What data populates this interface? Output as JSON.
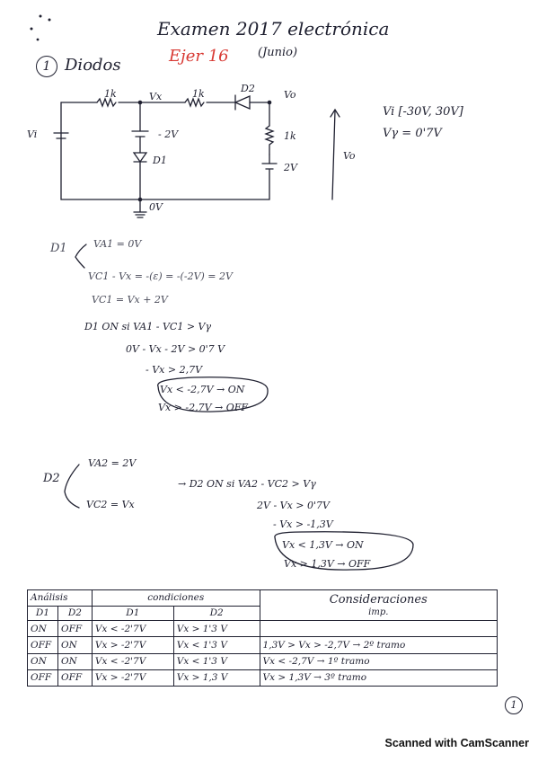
{
  "header": {
    "title": "Examen 2017 electrónica",
    "subtitle": "(Junio)",
    "section_number": "1",
    "section_title": "Diodos",
    "exercise": "Ejer 16"
  },
  "circuit": {
    "vi_label": "Vi",
    "r1_label": "1k",
    "vx_label": "Vx",
    "r2_label": "1k",
    "d2_label": "D2",
    "vo_node_label": "Vo",
    "source_label": "- 2V",
    "d1_label": "D1",
    "r3_label": "1k",
    "v2_label": "2V",
    "ground_label": "0V",
    "vo_arrow_label": "Vo",
    "range": "Vi [-30V, 30V]",
    "vgamma": "Vγ = 0'7V"
  },
  "analysis_d1": {
    "head": "D1",
    "va": "VA1 = 0V",
    "vc": "VC1 - Vx = -(ε) = -(-2V) = 2V",
    "vc2": "VC1 = Vx + 2V",
    "cond": "D1 ON si VA1 - VC1 > Vγ",
    "step1": "0V - Vx - 2V > 0'7 V",
    "step2": "- Vx > 2,7V",
    "res_on": "Vx < -2,7V → ON",
    "res_off": "Vx > -2,7V → OFF"
  },
  "analysis_d2": {
    "head": "D2",
    "va": "VA2 = 2V",
    "vc": "VC2 = Vx",
    "cond": "→ D2 ON si VA2 - VC2 > Vγ",
    "step1": "2V - Vx > 0'7V",
    "step2": "- Vx > -1,3V",
    "res_on": "Vx < 1,3V → ON",
    "res_off": "Vx > 1,3V → OFF"
  },
  "table": {
    "h_analisis": "Análisis",
    "h_condiciones": "condiciones",
    "h_consideraciones": "Consideraciones",
    "h_d1": "D1",
    "h_d2": "D2",
    "h_cd1": "D1",
    "h_cd2": "D2",
    "h_imp": "imp.",
    "rows": [
      {
        "d1": "ON",
        "d2": "OFF",
        "c1": "Vx < -2'7V",
        "c2": "Vx > 1'3 V",
        "note": ""
      },
      {
        "d1": "OFF",
        "d2": "ON",
        "c1": "Vx > -2'7V",
        "c2": "Vx < 1'3 V",
        "note": "1,3V > Vx > -2,7V → 2º tramo"
      },
      {
        "d1": "ON",
        "d2": "ON",
        "c1": "Vx < -2'7V",
        "c2": "Vx < 1'3 V",
        "note": "Vx < -2,7V → 1º tramo"
      },
      {
        "d1": "OFF",
        "d2": "OFF",
        "c1": "Vx > -2'7V",
        "c2": "Vx > 1,3 V",
        "note": "Vx > 1,3V → 3º tramo"
      }
    ]
  },
  "page_number": "1",
  "footer": "Scanned with CamScanner"
}
